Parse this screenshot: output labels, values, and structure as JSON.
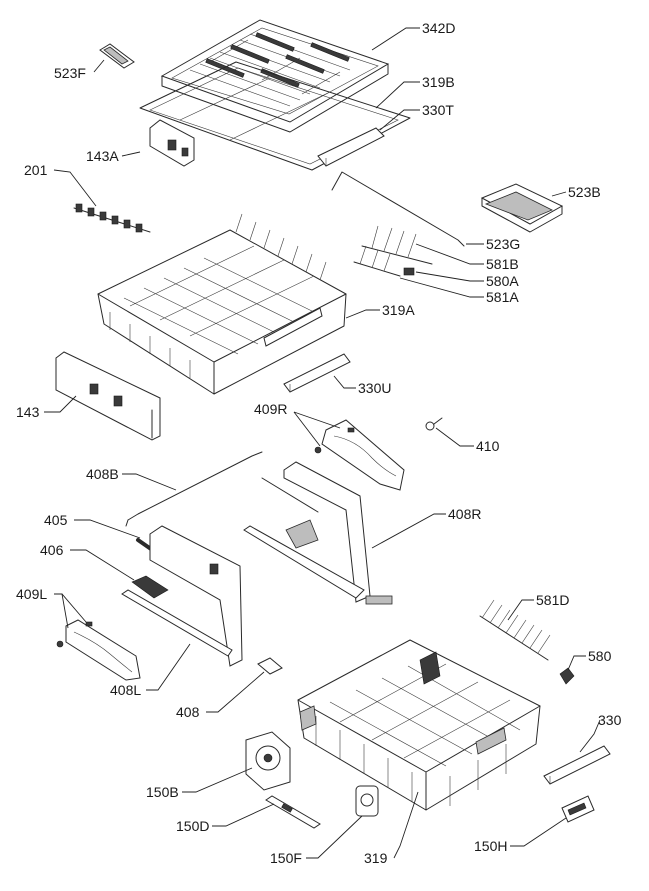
{
  "labels": {
    "l342D": "342D",
    "l523F": "523F",
    "l319B": "319B",
    "l330T": "330T",
    "l143A": "143A",
    "l201": "201",
    "l523B": "523B",
    "l523G": "523G",
    "l581B": "581B",
    "l580A": "580A",
    "l581A": "581A",
    "l319A": "319A",
    "l330U": "330U",
    "l143": "143",
    "l409R": "409R",
    "l410": "410",
    "l408B": "408B",
    "l405": "405",
    "l408R": "408R",
    "l406": "406",
    "l409L": "409L",
    "l581D": "581D",
    "l580": "580",
    "l408L": "408L",
    "l408": "408",
    "l330": "330",
    "l150B": "150B",
    "l150D": "150D",
    "l150H": "150H",
    "l150F": "150F",
    "l319": "319"
  }
}
